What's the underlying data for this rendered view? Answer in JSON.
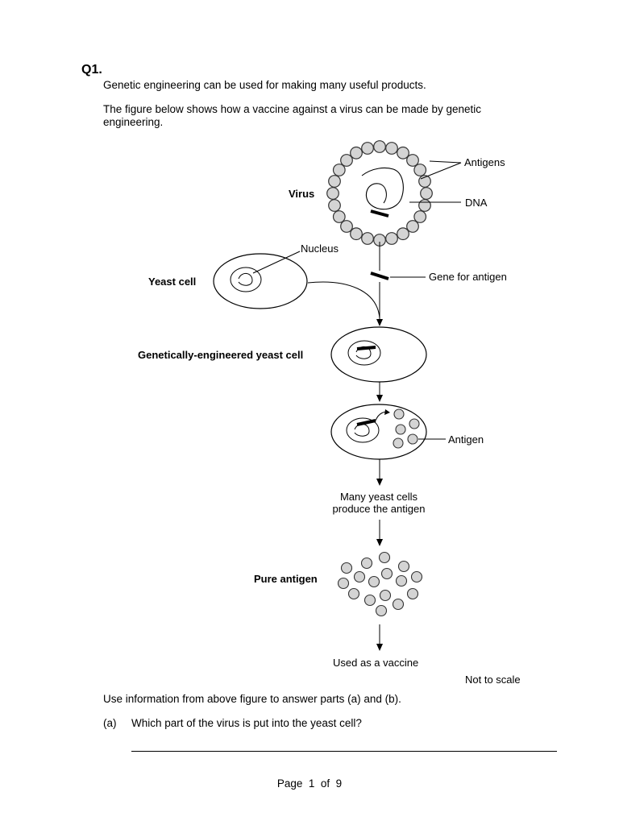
{
  "question": {
    "number": "Q1.",
    "intro": "Genetic engineering can be used for making many useful products.",
    "figure_intro": "The figure below shows how a vaccine against a virus can be made by genetic engineering."
  },
  "figure": {
    "labels": {
      "antigens": "Antigens",
      "virus": "Virus",
      "dna": "DNA",
      "nucleus": "Nucleus",
      "yeast_cell": "Yeast cell",
      "gene_for_antigen": "Gene for antigen",
      "ge_yeast_cell": "Genetically-engineered yeast cell",
      "antigen": "Antigen",
      "many_yeast_line1": "Many yeast cells",
      "many_yeast_line2": "produce the antigen",
      "pure_antigen": "Pure antigen",
      "used_as_vaccine": "Used as a vaccine",
      "not_to_scale": "Not to scale"
    }
  },
  "instructions": "Use information from above figure to answer parts (a) and (b).",
  "part_a": {
    "letter": "(a)",
    "question": "Which part of the virus is put into the yeast cell?"
  },
  "footer": "Page  1  of  9"
}
